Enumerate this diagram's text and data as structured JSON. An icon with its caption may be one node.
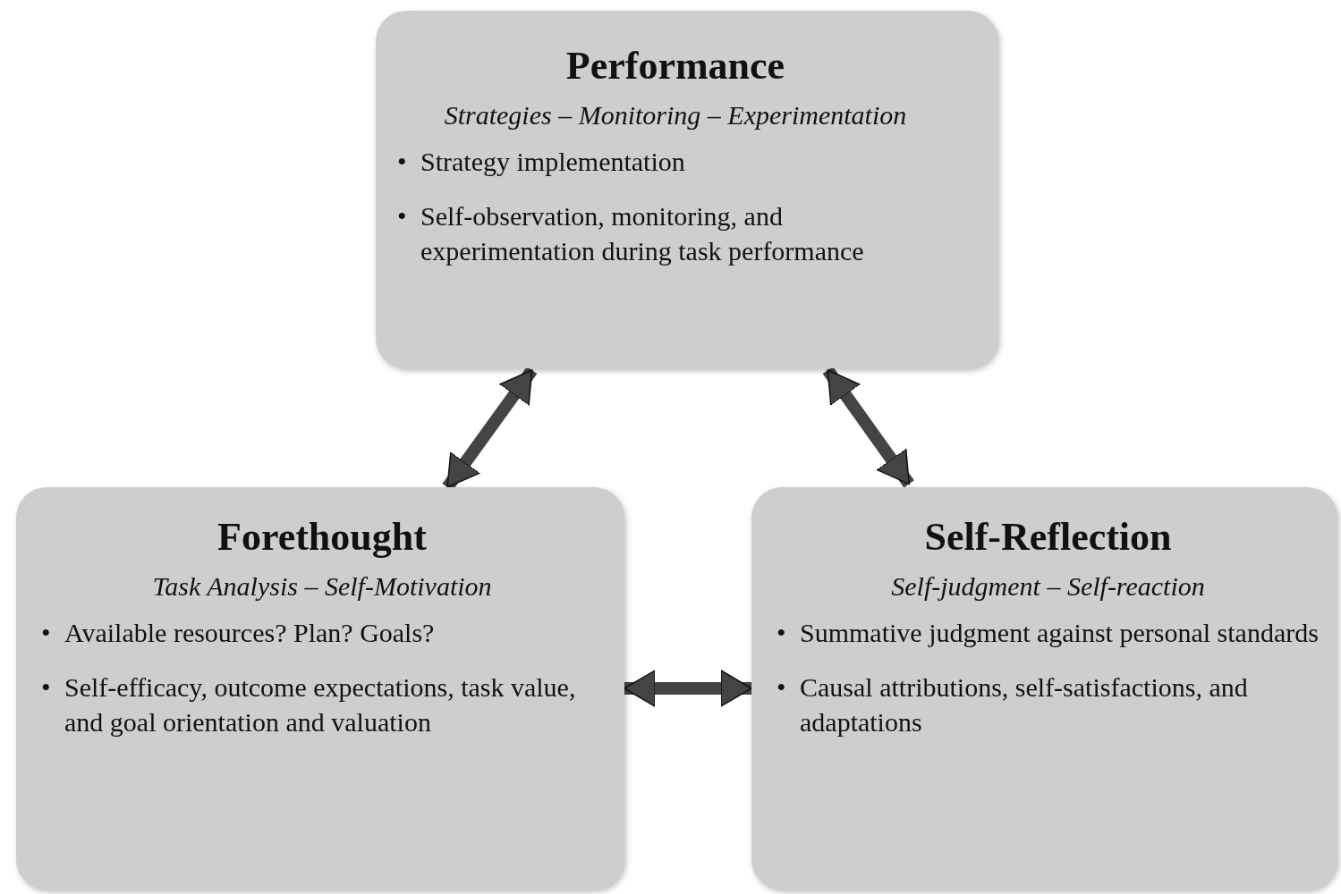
{
  "diagram": {
    "nodes": [
      {
        "text": [
          "Performance",
          "Strategies – Monitoring – Experimentation",
          "•",
          "Strategy implementation",
          "•",
          "Self-observation, monitoring, and experimentation during task performance"
        ]
      },
      {
        "text": [
          "Forethought",
          "Task Analysis – Self-Motivation",
          "•",
          "Available resources? Plan? Goals?",
          "•",
          "Self-efficacy, outcome expectations, task value, and goal orientation and valuation"
        ]
      },
      {
        "text": [
          "Self-Reflection",
          "Self-judgment – Self-reaction",
          "•",
          "Summative judgment against personal standards",
          "•",
          "Causal attributions, self-satisfactions, and adaptations"
        ]
      }
    ],
    "edges": [
      {
        "from": 1,
        "to": 0,
        "arrow": "both"
      },
      {
        "from": 0,
        "to": 2,
        "arrow": "both"
      },
      {
        "from": 1,
        "to": 2,
        "arrow": "both"
      }
    ]
  }
}
